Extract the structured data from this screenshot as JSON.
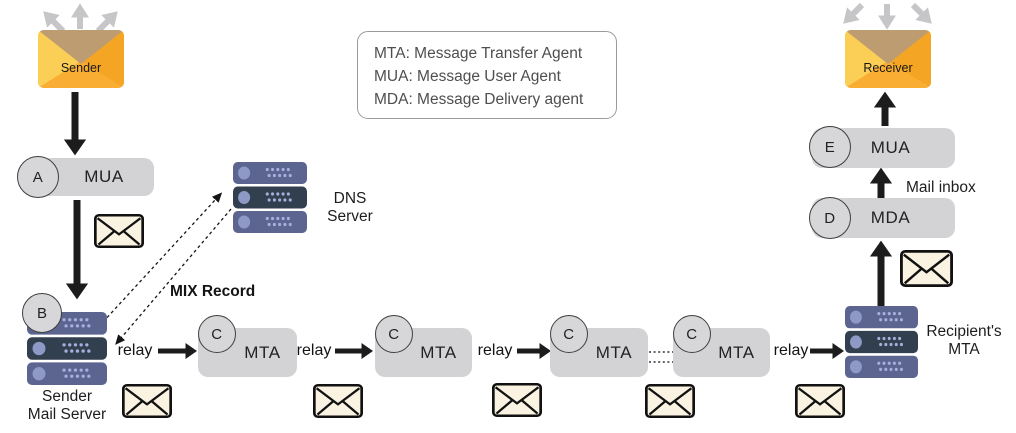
{
  "legend": {
    "lines": [
      "MTA: Message Transfer Agent",
      "MUA: Message User Agent",
      "MDA: Message Delivery agent"
    ]
  },
  "endpoints": {
    "sender": {
      "label": "Sender"
    },
    "receiver": {
      "label": "Receiver"
    }
  },
  "agents": {
    "mua_a": {
      "letter": "A",
      "label": "MUA"
    },
    "mda": {
      "letter": "D",
      "label": "MDA"
    },
    "mua_e": {
      "letter": "E",
      "label": "MUA"
    }
  },
  "b_badge": {
    "letter": "B"
  },
  "mta_chain": [
    {
      "letter": "C",
      "label": "MTA"
    },
    {
      "letter": "C",
      "label": "MTA"
    },
    {
      "letter": "C",
      "label": "MTA"
    },
    {
      "letter": "C",
      "label": "MTA"
    }
  ],
  "relay_labels": [
    "relay",
    "relay",
    "relay",
    "relay"
  ],
  "servers": {
    "sender_mail": {
      "name_lines": [
        "Sender",
        "Mail Server"
      ]
    },
    "dns": {
      "name_lines": [
        "DNS",
        "Server"
      ]
    },
    "recipient": {
      "name_lines": [
        "Recipient's",
        "MTA"
      ]
    }
  },
  "annotations": {
    "mix_record": "MIX Record",
    "mail_inbox": "Mail inbox"
  },
  "icons": {
    "mail": "mail-envelope-icon",
    "server": "server-rack-icon",
    "send_arrows": "outgoing-arrows-icon",
    "receive_arrows": "incoming-arrows-icon"
  },
  "colors": {
    "agent_box": "#D3D3D5",
    "badge_fill": "#D7D7D9",
    "envelope_body": "#F9AE33",
    "envelope_flap": "#BE9C72",
    "envelope_left": "#FBCE55",
    "envelope_right": "#F4A524",
    "mail_icon_fill": "#FAF3E2",
    "server_row": "#5C6490",
    "server_row_dark": "#323F4E",
    "arrow_black": "#1C1C1C",
    "arrow_gray": "#C6C6C8"
  }
}
